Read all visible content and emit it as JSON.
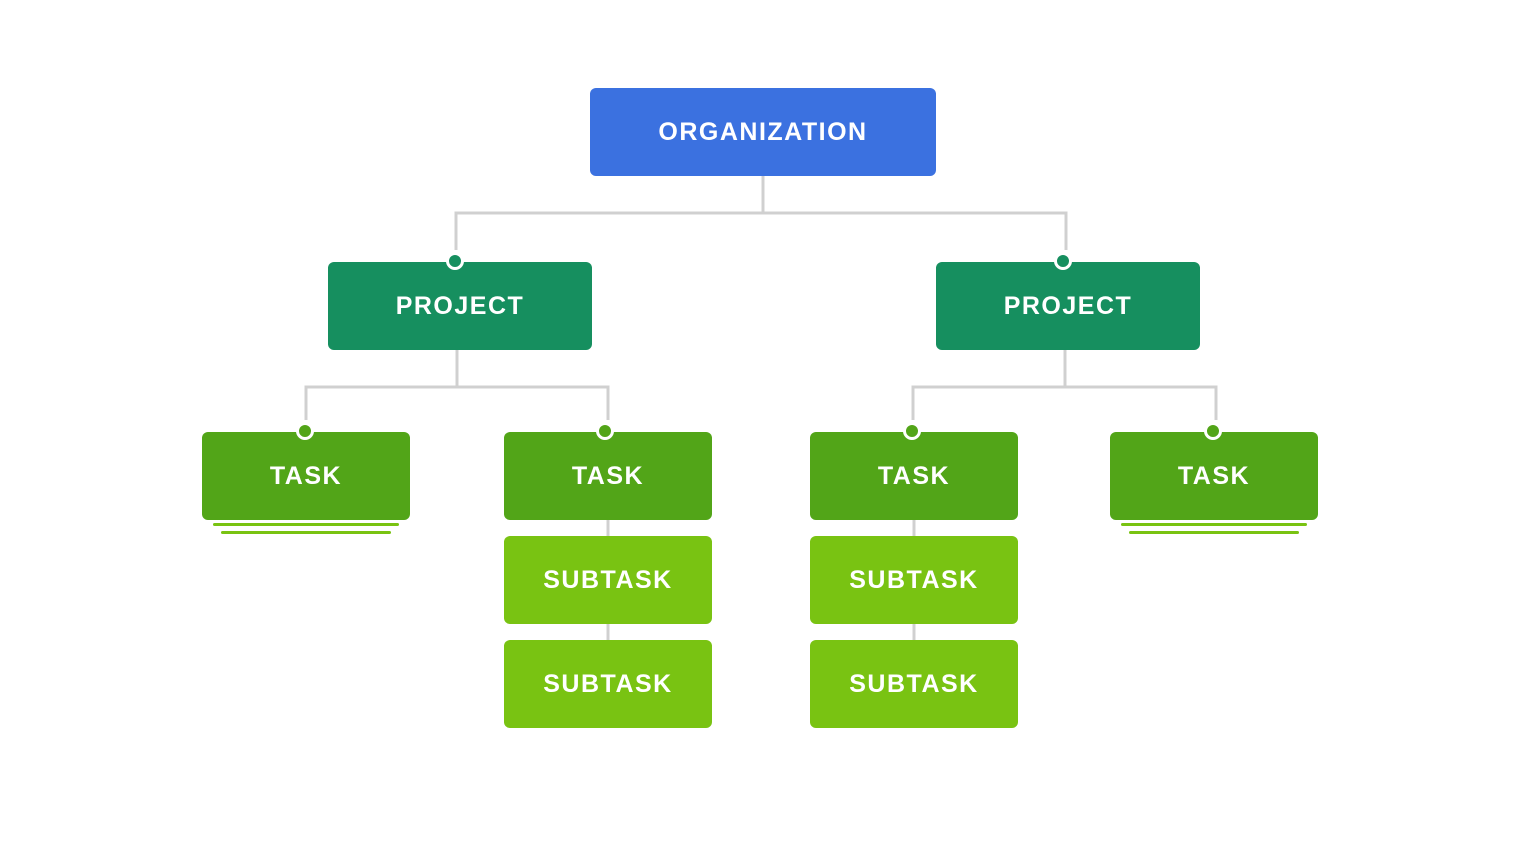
{
  "colors": {
    "organization": "#3b71e0",
    "project": "#168f5f",
    "task": "#52a518",
    "subtask": "#79c312",
    "edge": "#d0d0d0",
    "stack_lines": "#79c312"
  },
  "nodes": {
    "organization": {
      "label": "ORGANIZATION"
    },
    "project_left": {
      "label": "PROJECT"
    },
    "project_right": {
      "label": "PROJECT"
    },
    "task_1": {
      "label": "TASK"
    },
    "task_2": {
      "label": "TASK"
    },
    "task_3": {
      "label": "TASK"
    },
    "task_4": {
      "label": "TASK"
    },
    "subtask_2a": {
      "label": "SUBTASK"
    },
    "subtask_2b": {
      "label": "SUBTASK"
    },
    "subtask_3a": {
      "label": "SUBTASK"
    },
    "subtask_3b": {
      "label": "SUBTASK"
    }
  },
  "edges": [
    {
      "from": "organization",
      "to": "project_left"
    },
    {
      "from": "organization",
      "to": "project_right"
    },
    {
      "from": "project_left",
      "to": "task_1"
    },
    {
      "from": "project_left",
      "to": "task_2"
    },
    {
      "from": "project_right",
      "to": "task_3"
    },
    {
      "from": "project_right",
      "to": "task_4"
    },
    {
      "from": "task_2",
      "to": "subtask_2a"
    },
    {
      "from": "subtask_2a",
      "to": "subtask_2b"
    },
    {
      "from": "task_3",
      "to": "subtask_3a"
    },
    {
      "from": "subtask_3a",
      "to": "subtask_3b"
    }
  ]
}
